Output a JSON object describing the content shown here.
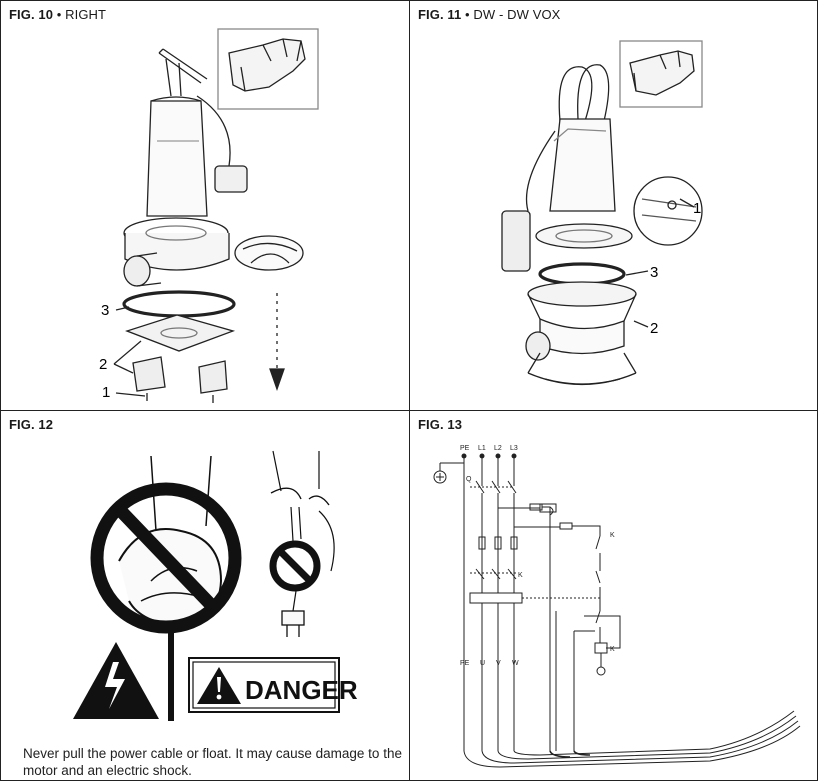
{
  "fig10": {
    "label": "FIG. 10",
    "sep": " • ",
    "sub": "RIGHT",
    "callouts": [
      "1",
      "2",
      "3"
    ]
  },
  "fig11": {
    "label": "FIG. 11",
    "sep": " • ",
    "sub": "DW - DW VOX",
    "callouts": [
      "1",
      "2",
      "3"
    ]
  },
  "fig12": {
    "label": "FIG. 12",
    "danger": "DANGER",
    "caption": "Never pull the power cable or float. It may cause damage to the motor and an electric shock."
  },
  "fig13": {
    "label": "FIG. 13",
    "top_terminals": [
      "PE",
      "L1",
      "L2",
      "L3"
    ],
    "bottom_terminals": [
      "PE",
      "U",
      "V",
      "W"
    ],
    "contactor": "K",
    "breaker": "Q"
  }
}
